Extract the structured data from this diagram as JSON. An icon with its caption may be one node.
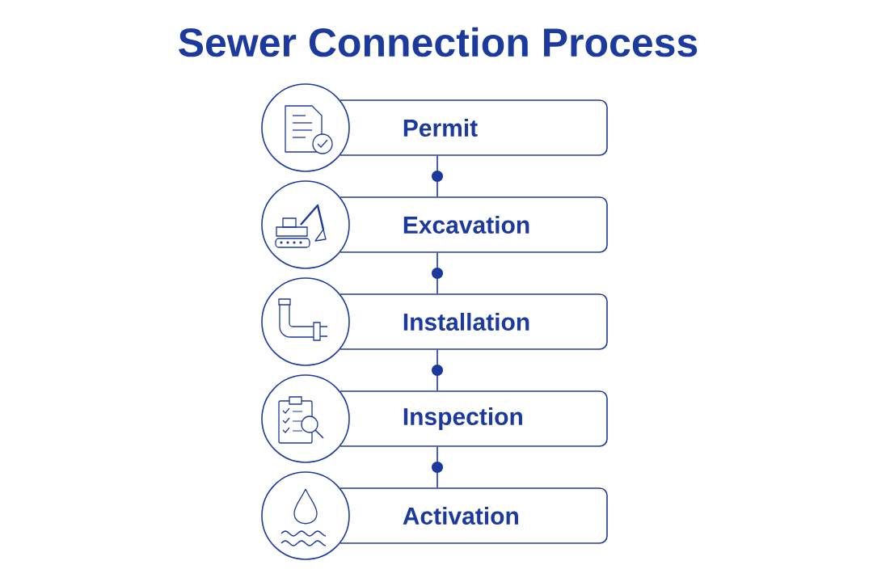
{
  "diagram": {
    "title": "Sewer Connection Process",
    "nodes": [
      {
        "text": [
          "Permit"
        ]
      },
      {
        "text": [
          "Excavation"
        ]
      },
      {
        "text": [
          "Installation"
        ]
      },
      {
        "text": [
          "Inspection"
        ]
      },
      {
        "text": [
          "Activation"
        ]
      }
    ],
    "edges": [
      {
        "from": 0,
        "to": 1,
        "arrow": "none"
      },
      {
        "from": 1,
        "to": 2,
        "arrow": "none"
      },
      {
        "from": 2,
        "to": 3,
        "arrow": "none"
      },
      {
        "from": 3,
        "to": 4,
        "arrow": "none"
      }
    ]
  }
}
